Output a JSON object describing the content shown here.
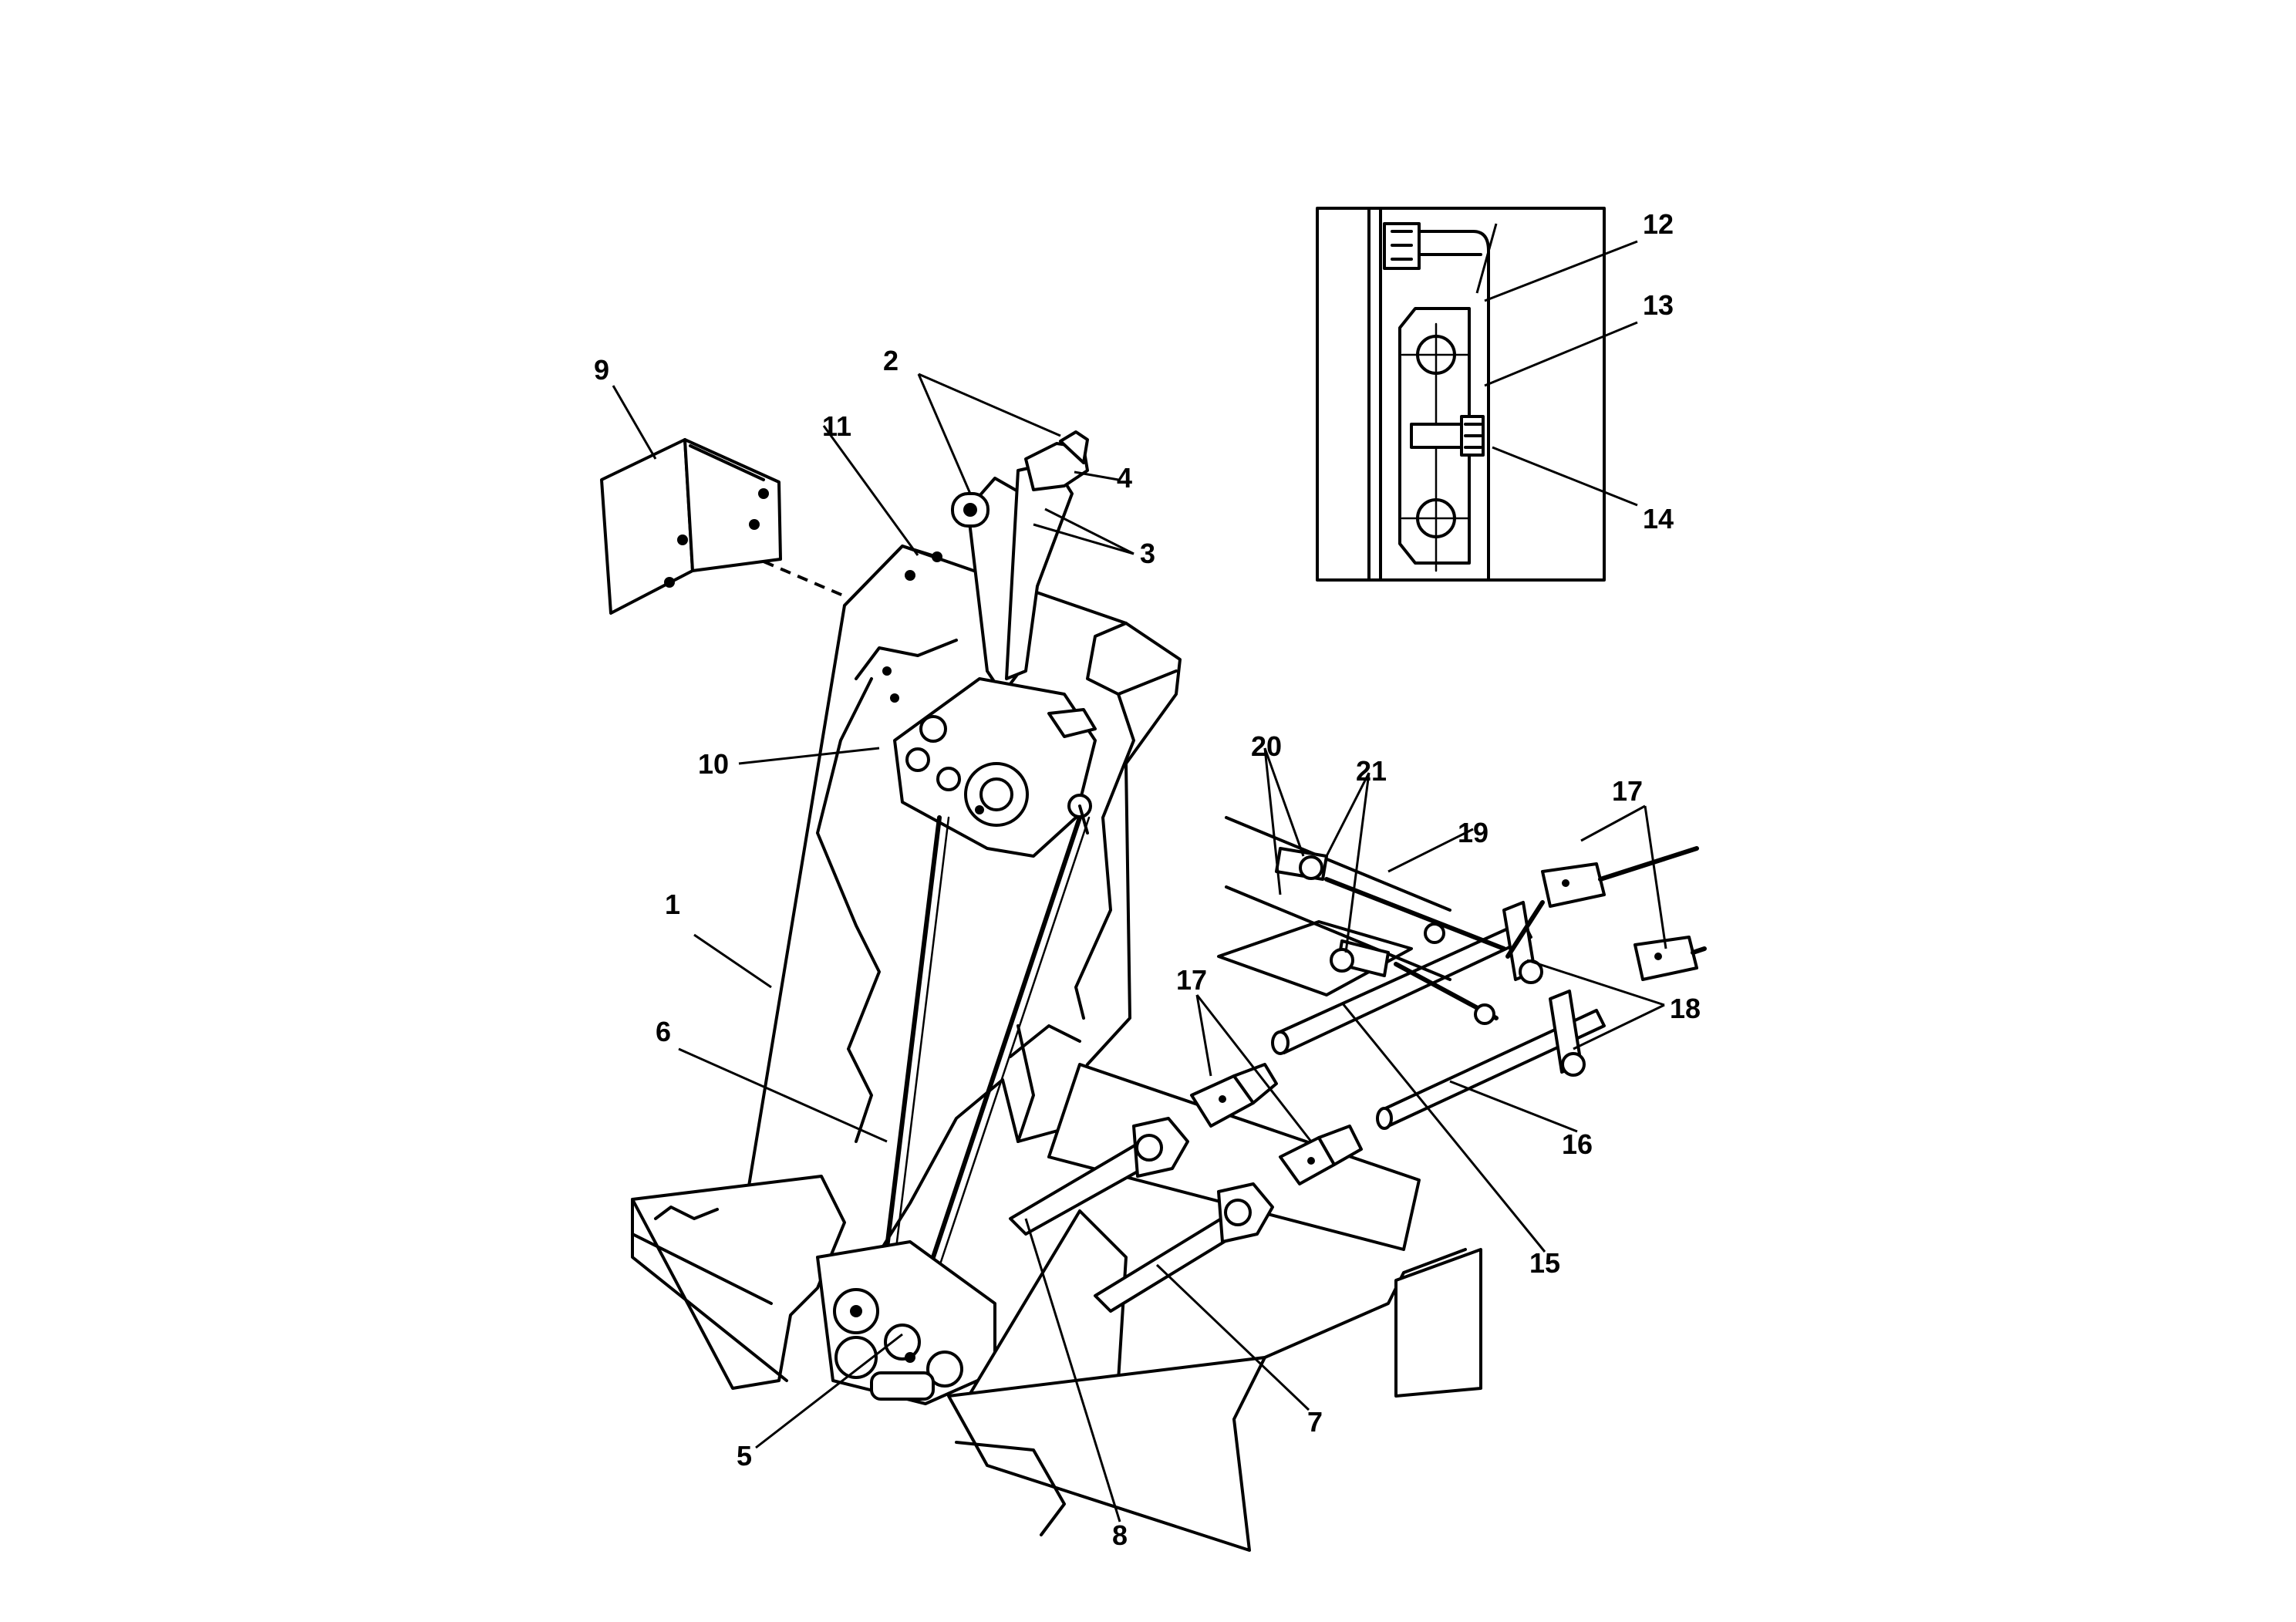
{
  "diagram": {
    "labels": {
      "l1": "1",
      "l2": "2",
      "l3": "3",
      "l4": "4",
      "l5": "5",
      "l6": "6",
      "l7": "7",
      "l8": "8",
      "l9": "9",
      "l10": "10",
      "l11": "11",
      "l12": "12",
      "l13": "13",
      "l14": "14",
      "l15": "15",
      "l16": "16",
      "l17a": "17",
      "l17b": "17",
      "l18": "18",
      "l19": "19",
      "l20": "20",
      "l21": "21"
    }
  }
}
